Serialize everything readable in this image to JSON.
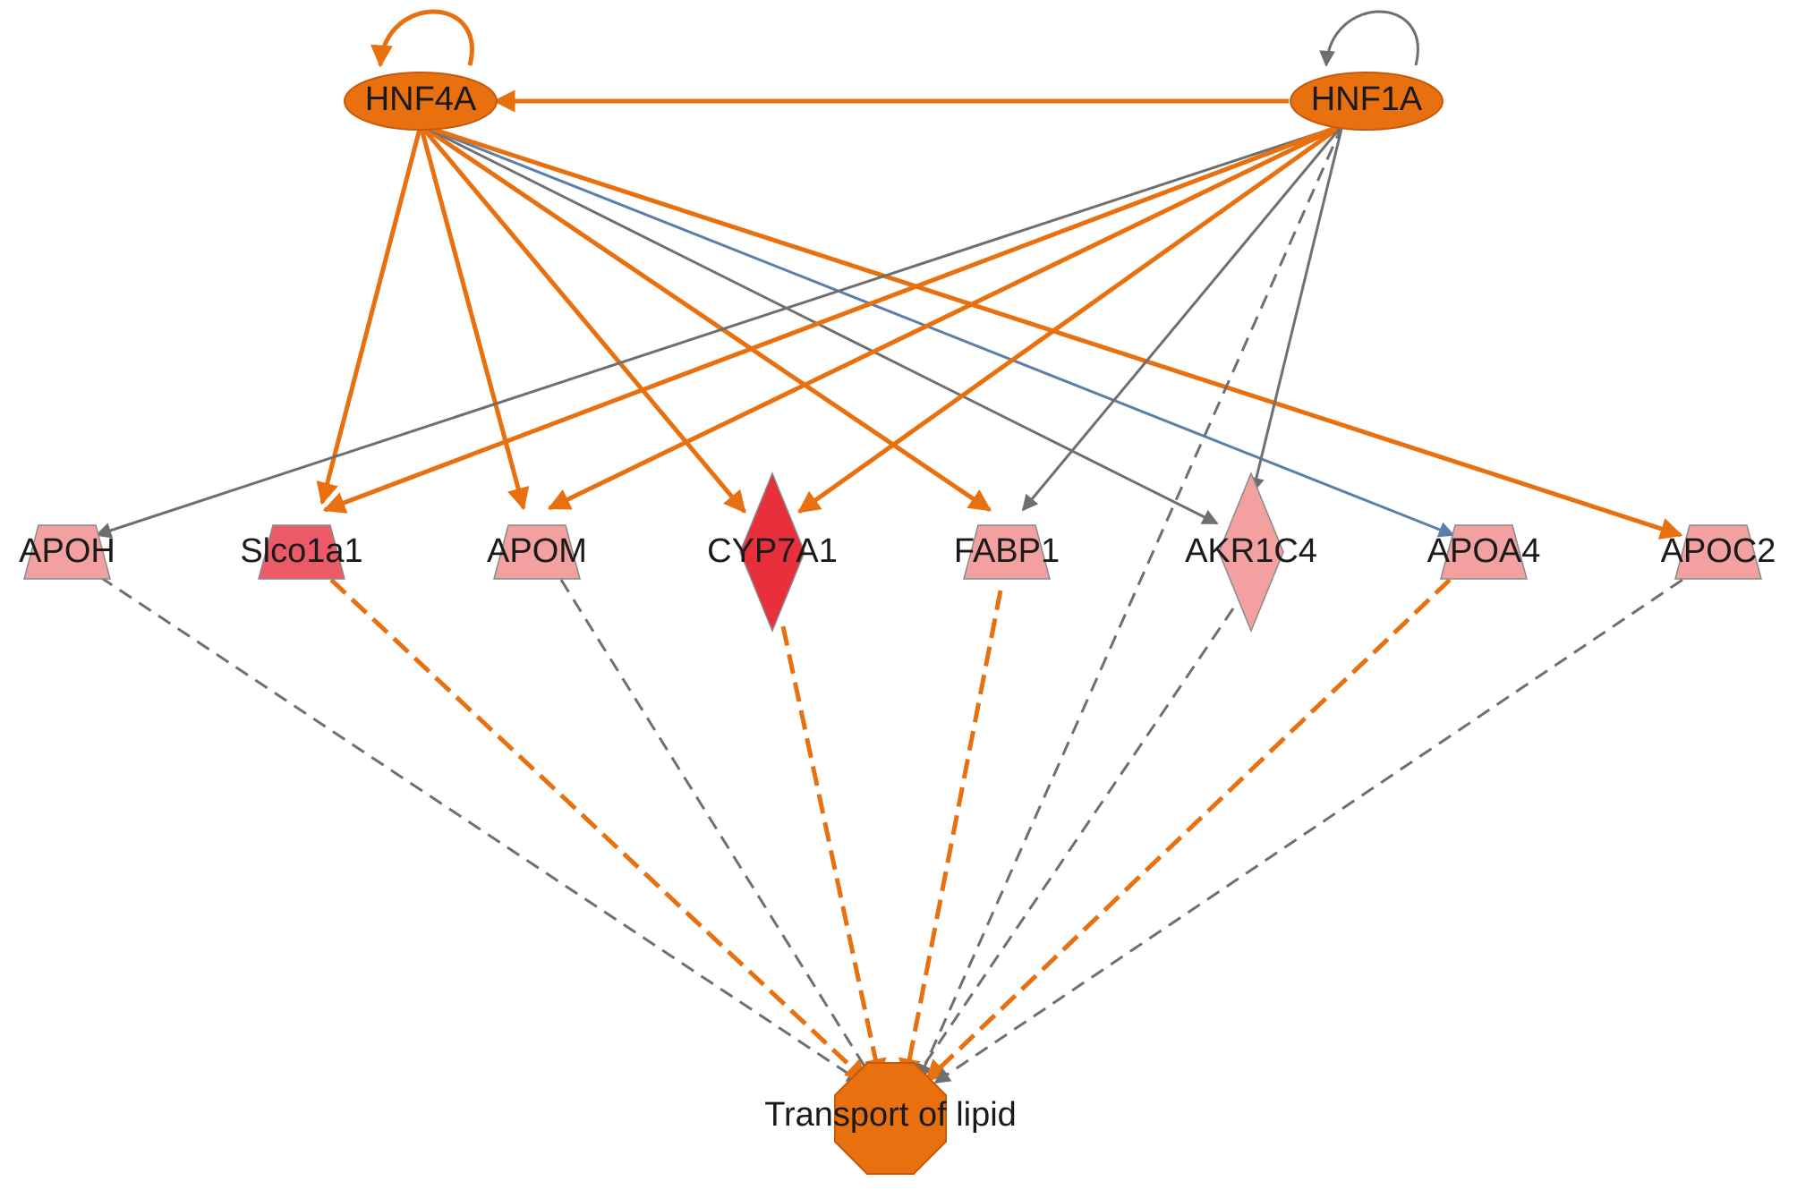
{
  "colors": {
    "orange": "#e8700f",
    "gray": "#6f6f6f",
    "blue_gray": "#5a7fa8",
    "node_light": "#f3a0a0",
    "node_mid": "#ec5a68",
    "node_strong": "#e8303c",
    "node_outline": "#8a8a8a"
  },
  "nodes": [
    {
      "id": "HNF4A",
      "label": "HNF4A",
      "shape": "ellipse",
      "color": "orange"
    },
    {
      "id": "HNF1A",
      "label": "HNF1A",
      "shape": "ellipse",
      "color": "orange"
    },
    {
      "id": "APOH",
      "label": "APOH",
      "shape": "trapezoid",
      "color": "node_light"
    },
    {
      "id": "Slco1a1",
      "label": "Slco1a1",
      "shape": "trapezoid",
      "color": "node_mid"
    },
    {
      "id": "APOM",
      "label": "APOM",
      "shape": "trapezoid",
      "color": "node_light"
    },
    {
      "id": "CYP7A1",
      "label": "CYP7A1",
      "shape": "diamond",
      "color": "node_strong"
    },
    {
      "id": "FABP1",
      "label": "FABP1",
      "shape": "trapezoid",
      "color": "node_light"
    },
    {
      "id": "AKR1C4",
      "label": "AKR1C4",
      "shape": "diamond",
      "color": "node_light"
    },
    {
      "id": "APOA4",
      "label": "APOA4",
      "shape": "trapezoid",
      "color": "node_light"
    },
    {
      "id": "APOC2",
      "label": "APOC2",
      "shape": "trapezoid",
      "color": "node_light"
    },
    {
      "id": "Transport",
      "label": "Transport of lipid",
      "shape": "octagon",
      "color": "orange"
    }
  ],
  "edges": [
    {
      "from": "HNF4A",
      "to": "HNF4A",
      "color": "orange",
      "style": "solid"
    },
    {
      "from": "HNF1A",
      "to": "HNF1A",
      "color": "gray",
      "style": "solid"
    },
    {
      "from": "HNF1A",
      "to": "HNF4A",
      "color": "orange",
      "style": "solid"
    },
    {
      "from": "HNF4A",
      "to": "Slco1a1",
      "color": "orange",
      "style": "solid"
    },
    {
      "from": "HNF4A",
      "to": "APOM",
      "color": "orange",
      "style": "solid"
    },
    {
      "from": "HNF4A",
      "to": "CYP7A1",
      "color": "orange",
      "style": "solid"
    },
    {
      "from": "HNF4A",
      "to": "FABP1",
      "color": "orange",
      "style": "solid"
    },
    {
      "from": "HNF4A",
      "to": "AKR1C4",
      "color": "gray",
      "style": "solid"
    },
    {
      "from": "HNF4A",
      "to": "APOA4",
      "color": "blue_gray",
      "style": "solid"
    },
    {
      "from": "HNF4A",
      "to": "APOC2",
      "color": "orange",
      "style": "solid"
    },
    {
      "from": "HNF1A",
      "to": "APOH",
      "color": "gray",
      "style": "solid"
    },
    {
      "from": "HNF1A",
      "to": "Slco1a1",
      "color": "orange",
      "style": "solid"
    },
    {
      "from": "HNF1A",
      "to": "APOM",
      "color": "orange",
      "style": "solid"
    },
    {
      "from": "HNF1A",
      "to": "CYP7A1",
      "color": "orange",
      "style": "solid"
    },
    {
      "from": "HNF1A",
      "to": "FABP1",
      "color": "gray",
      "style": "solid"
    },
    {
      "from": "HNF1A",
      "to": "AKR1C4",
      "color": "gray",
      "style": "solid"
    },
    {
      "from": "HNF1A",
      "to": "Transport",
      "color": "gray",
      "style": "dashed"
    },
    {
      "from": "APOH",
      "to": "Transport",
      "color": "gray",
      "style": "dashed"
    },
    {
      "from": "Slco1a1",
      "to": "Transport",
      "color": "orange",
      "style": "dashed"
    },
    {
      "from": "APOM",
      "to": "Transport",
      "color": "gray",
      "style": "dashed"
    },
    {
      "from": "CYP7A1",
      "to": "Transport",
      "color": "orange",
      "style": "dashed"
    },
    {
      "from": "FABP1",
      "to": "Transport",
      "color": "orange",
      "style": "dashed"
    },
    {
      "from": "AKR1C4",
      "to": "Transport",
      "color": "gray",
      "style": "dashed"
    },
    {
      "from": "APOA4",
      "to": "Transport",
      "color": "orange",
      "style": "dashed"
    },
    {
      "from": "APOC2",
      "to": "Transport",
      "color": "gray",
      "style": "dashed"
    }
  ]
}
